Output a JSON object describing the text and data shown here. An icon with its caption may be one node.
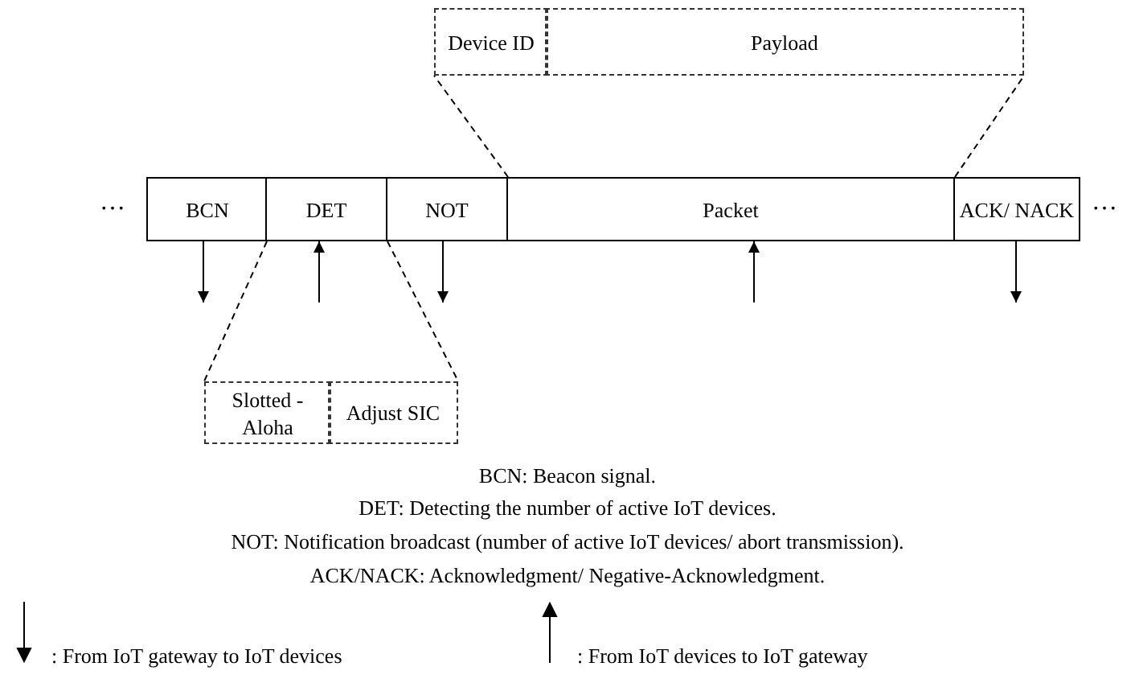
{
  "diagram": {
    "nodes": [
      {
        "text": [
          "BCN"
        ]
      },
      {
        "text": [
          "DET"
        ]
      },
      {
        "text": [
          "NOT"
        ]
      },
      {
        "text": [
          "Packet"
        ]
      },
      {
        "text": [
          "ACK/ NACK"
        ]
      },
      {
        "text": [
          "Device ID"
        ]
      },
      {
        "text": [
          "Payload"
        ]
      },
      {
        "text": [
          "Slotted -Aloha"
        ]
      },
      {
        "text": [
          "Adjust SIC"
        ]
      }
    ],
    "edges": [
      {
        "from": 3,
        "to": 5,
        "arrow": "none",
        "style": "dashed"
      },
      {
        "from": 3,
        "to": 6,
        "arrow": "none",
        "style": "dashed"
      },
      {
        "from": 1,
        "to": 7,
        "arrow": "none",
        "style": "dashed"
      },
      {
        "from": 1,
        "to": 8,
        "arrow": "none",
        "style": "dashed"
      },
      {
        "from": 0,
        "to": null,
        "arrow": "to"
      },
      {
        "from": null,
        "to": 1,
        "arrow": "to"
      },
      {
        "from": 2,
        "to": null,
        "arrow": "to"
      },
      {
        "from": null,
        "to": 3,
        "arrow": "to"
      },
      {
        "from": 4,
        "to": null,
        "arrow": "to"
      }
    ],
    "labels": [
      "…",
      "…",
      "BCN: Beacon signal.",
      "DET: Detecting the number of active IoT devices.",
      "NOT: Notification broadcast (number of active IoT devices/ abort transmission).",
      "ACK/NACK: Acknowledgment/ Negative-Acknowledgment."
    ],
    "legend": [
      {
        "text": ": From IoT gateway to IoT devices"
      },
      {
        "text": ": From IoT devices to IoT gateway"
      }
    ]
  }
}
